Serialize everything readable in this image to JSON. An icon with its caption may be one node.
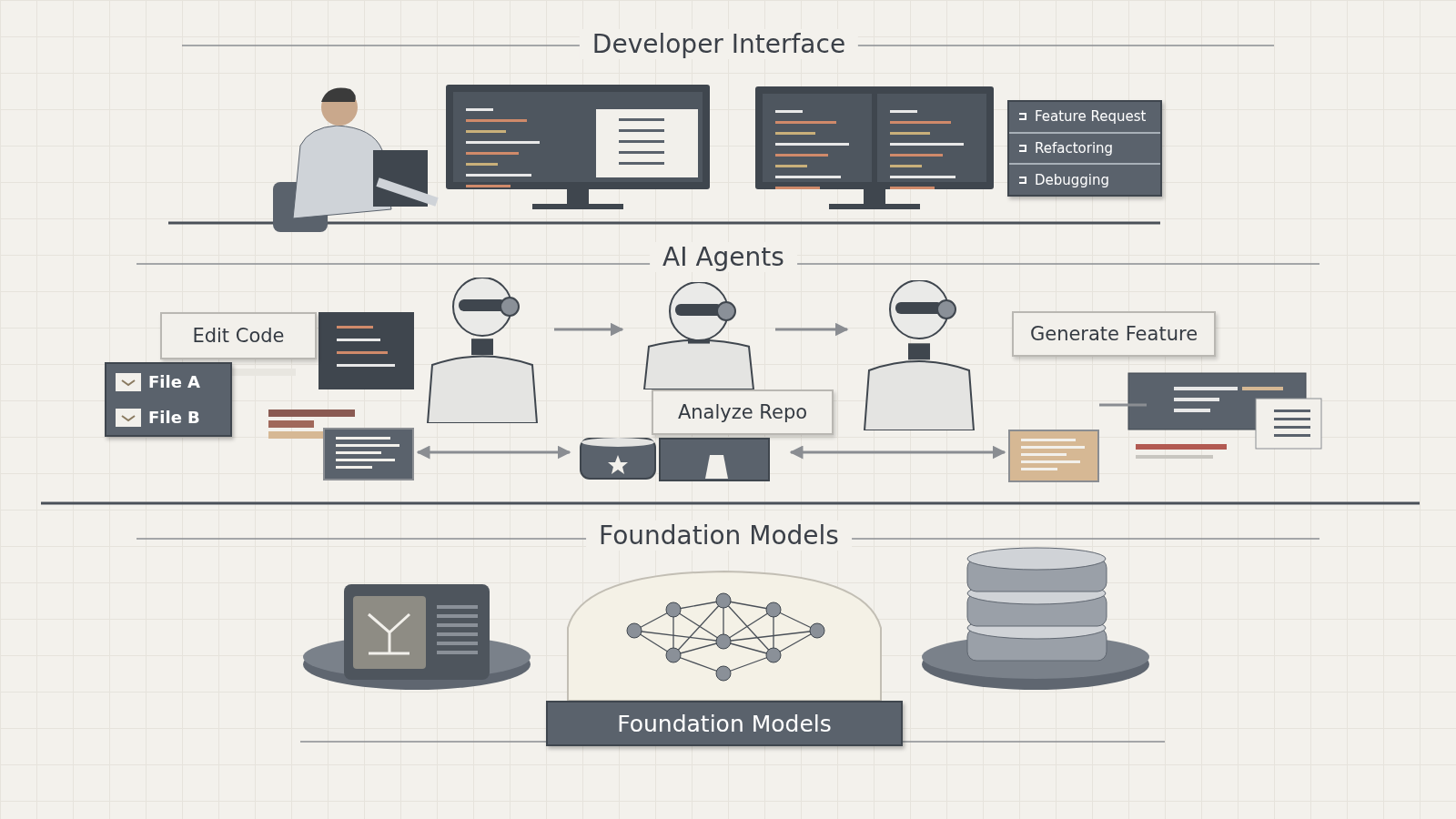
{
  "diagram": {
    "nodes": [
      {
        "text": [
          "Feature Request",
          "Refactoring",
          "Debugging"
        ]
      },
      {
        "text": [
          "Edit Code"
        ]
      },
      {
        "text": [],
        "shape": "picture"
      },
      {
        "text": [],
        "shape": "picture"
      },
      {
        "text": [],
        "shape": "picture"
      },
      {
        "text": [
          "Generate Feature"
        ]
      },
      {
        "text": [
          "File A",
          "File B"
        ]
      },
      {
        "text": [
          "Analyze Repo"
        ]
      },
      {
        "text": [],
        "shape": "box"
      },
      {
        "text": [],
        "shape": "picture"
      },
      {
        "text": [],
        "shape": "box"
      },
      {
        "text": [
          "Foundation Models"
        ]
      }
    ],
    "edges": [
      {
        "from": 2,
        "to": 3,
        "arrow": "to"
      },
      {
        "from": 3,
        "to": 4,
        "arrow": "to"
      },
      {
        "from": 8,
        "to": 9,
        "arrow": "both"
      },
      {
        "from": 9,
        "to": 10,
        "arrow": "both"
      }
    ],
    "labels": [
      "Developer Interface",
      "AI Agents",
      "Foundation Models"
    ]
  }
}
